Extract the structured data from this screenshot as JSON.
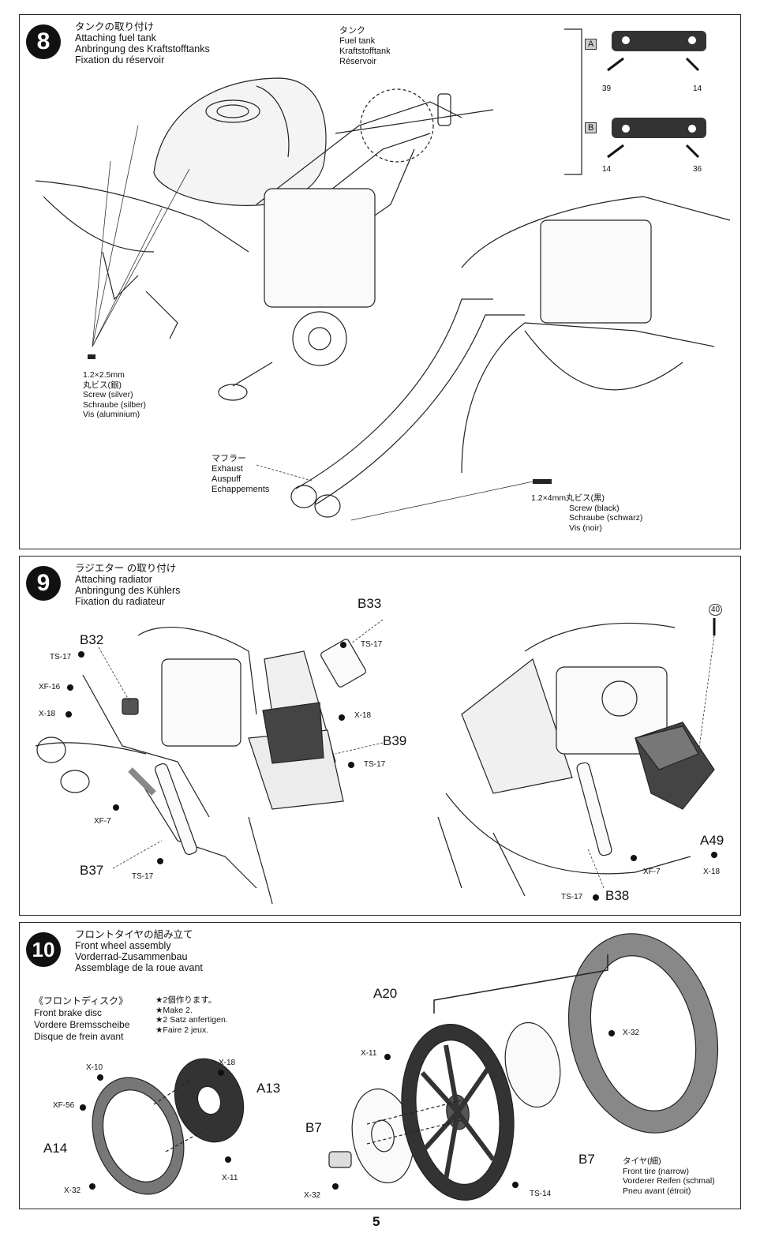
{
  "step8": {
    "number": "8",
    "title": [
      "タンクの取り付け",
      "Attaching fuel tank",
      "Anbringung des Kraftstofftanks",
      "Fixation du réservoir"
    ],
    "tank_label": [
      "タンク",
      "Fuel tank",
      "Kraftstofftank",
      "Réservoir"
    ],
    "inset_a": "A",
    "inset_b": "B",
    "inset_parts": [
      "39",
      "14",
      "14",
      "36"
    ],
    "screw1": [
      "1.2×2.5mm",
      "丸ビス(銀)",
      "Screw (silver)",
      "Schraube (silber)",
      "Vis (aluminium)"
    ],
    "exhaust": [
      "マフラー",
      "Exhaust",
      "Auspuff",
      "Echappements"
    ],
    "screw2": [
      "1.2×4mm丸ビス(黒)",
      "Screw (black)",
      "Schraube (schwarz)",
      "Vis (noir)"
    ]
  },
  "step9": {
    "number": "9",
    "title": [
      "ラジエター の取り付け",
      "Attaching radiator",
      "Anbringung des Kühlers",
      "Fixation du radiateur"
    ],
    "parts": {
      "b32": "B32",
      "b33": "B33",
      "b39": "B39",
      "b37": "B37",
      "b38": "B38",
      "a49": "A49",
      "p40": "40"
    },
    "paints": {
      "ts17": "TS-17",
      "xf16": "XF-16",
      "x18": "X-18",
      "xf7": "XF-7"
    }
  },
  "step10": {
    "number": "10",
    "title": [
      "フロントタイヤの組み立て",
      "Front wheel assembly",
      "Vorderrad-Zusammenbau",
      "Assemblage de la roue avant"
    ],
    "disc": [
      "《フロントディスク》",
      "Front brake disc",
      "Vordere Bremsscheibe",
      "Disque de frein avant"
    ],
    "make2": [
      "★2個作ります。",
      "★Make 2.",
      "★2 Satz anfertigen.",
      "★Faire 2 jeux."
    ],
    "parts": {
      "a13": "A13",
      "a14": "A14",
      "a20": "A20",
      "b7": "B7"
    },
    "paints": {
      "x10": "X-10",
      "xf56": "XF-56",
      "x18": "X-18",
      "x11": "X-11",
      "x32": "X-32",
      "ts14": "TS-14"
    },
    "tire": [
      "タイヤ(細)",
      "Front tire (narrow)",
      "Vorderer Reifen (schmal)",
      "Pneu avant (étroit)"
    ]
  },
  "page_number": "5"
}
